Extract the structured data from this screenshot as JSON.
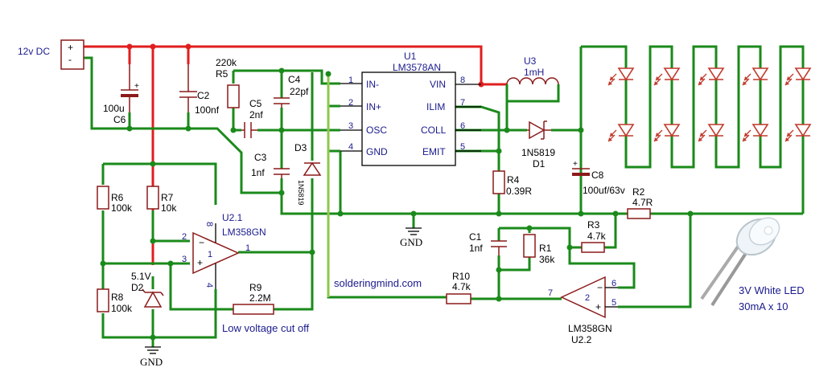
{
  "input": {
    "label": "12v DC",
    "plus": "+",
    "minus": "-"
  },
  "labels": {
    "gnd": "GND",
    "low_voltage": "Low voltage cut off",
    "website": "solderingmind.com",
    "led_type": "3V White LED",
    "led_current": "30mA x 10"
  },
  "components": {
    "c6": {
      "ref": "C6",
      "value": "100u",
      "polarity": "+"
    },
    "c2": {
      "ref": "C2",
      "value": "100nf"
    },
    "r5": {
      "ref": "R5",
      "value": "220k"
    },
    "c4": {
      "ref": "C4",
      "value": "22pf"
    },
    "c5": {
      "ref": "C5",
      "value": "2nf"
    },
    "c3": {
      "ref": "C3",
      "value": "1nf"
    },
    "d3": {
      "ref": "D3",
      "part": "1N5819"
    },
    "u1": {
      "ref": "U1",
      "part": "LM3578AN",
      "pins": [
        {
          "num": "1",
          "name": "IN-"
        },
        {
          "num": "2",
          "name": "IN+"
        },
        {
          "num": "3",
          "name": "OSC"
        },
        {
          "num": "4",
          "name": "GND"
        },
        {
          "num": "8",
          "name": "VIN"
        },
        {
          "num": "7",
          "name": "ILIM"
        },
        {
          "num": "6",
          "name": "COLL"
        },
        {
          "num": "5",
          "name": "EMIT"
        }
      ]
    },
    "u3": {
      "ref": "U3",
      "value": "1mH"
    },
    "d1": {
      "ref": "D1",
      "part": "1N5819"
    },
    "r4": {
      "ref": "R4",
      "value": "0.39R"
    },
    "c8": {
      "ref": "C8",
      "value": "100uf/63v",
      "polarity": "+"
    },
    "r2": {
      "ref": "R2",
      "value": "4.7R"
    },
    "c1": {
      "ref": "C1",
      "value": "1nf"
    },
    "r1": {
      "ref": "R1",
      "value": "36k"
    },
    "r3": {
      "ref": "R3",
      "value": "4.7k"
    },
    "r10": {
      "ref": "R10",
      "value": "4.7k"
    },
    "u2b": {
      "ref": "U2.2",
      "part": "LM358GN",
      "unit": "2",
      "pin_minus": "6",
      "pin_plus": "5",
      "pin_out": "7",
      "minus": "−",
      "plus": "+"
    },
    "r6": {
      "ref": "R6",
      "value": "100k"
    },
    "r7": {
      "ref": "R7",
      "value": "10k"
    },
    "r8": {
      "ref": "R8",
      "value": "100k"
    },
    "d2": {
      "ref": "D2",
      "value": "5.1V"
    },
    "u2a": {
      "ref": "U2.1",
      "part": "LM358GN",
      "unit": "1",
      "pin_minus": "2",
      "pin_plus": "3",
      "pin_out": "1",
      "pin_vcc": "8",
      "pin_gnd": "4",
      "minus": "−",
      "plus": "+"
    },
    "r9": {
      "ref": "R9",
      "value": "2.2M"
    }
  },
  "led_array": {
    "columns": 5,
    "leds_per_column": 2,
    "led_color": "#c0392b"
  }
}
